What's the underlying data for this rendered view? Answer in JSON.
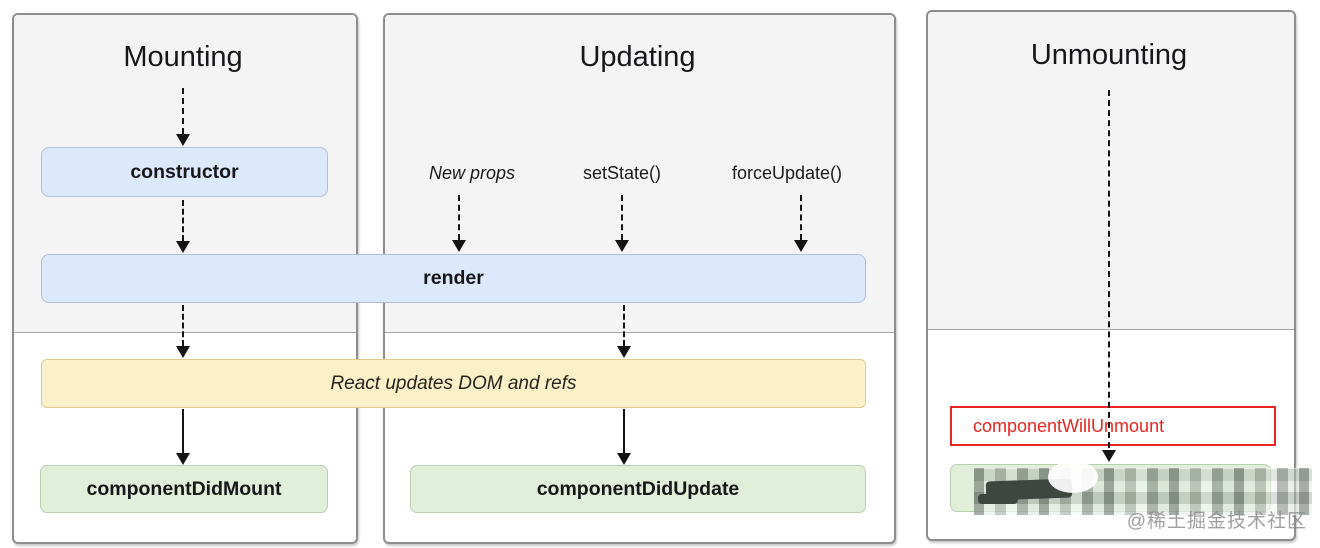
{
  "diagram": {
    "panels": [
      {
        "title": "Mounting"
      },
      {
        "title": "Updating"
      },
      {
        "title": "Unmounting"
      }
    ],
    "mounting": {
      "constructor_label": "constructor",
      "did_mount_label": "componentDidMount"
    },
    "updating": {
      "triggers": [
        {
          "label": "New props"
        },
        {
          "label": "setState()"
        },
        {
          "label": "forceUpdate()"
        }
      ],
      "did_update_label": "componentDidUpdate"
    },
    "unmounting": {
      "annotation_label": "componentWillUnmount"
    },
    "shared": {
      "render_label": "render",
      "dom_updates_label": "React updates DOM and refs"
    }
  },
  "watermark": "@稀土掘金技术社区",
  "colors": {
    "blue_fill": "#dce9fc",
    "blue_border": "#aebfda",
    "yellow_fill": "#fbf0c7",
    "yellow_border": "#dcca90",
    "green_fill": "#e1eeda",
    "green_border": "#b9d0b0",
    "red_accent": "#e8251f",
    "panel_border": "#8e8e8e",
    "panel_gray_top": "#f4f4f5"
  }
}
